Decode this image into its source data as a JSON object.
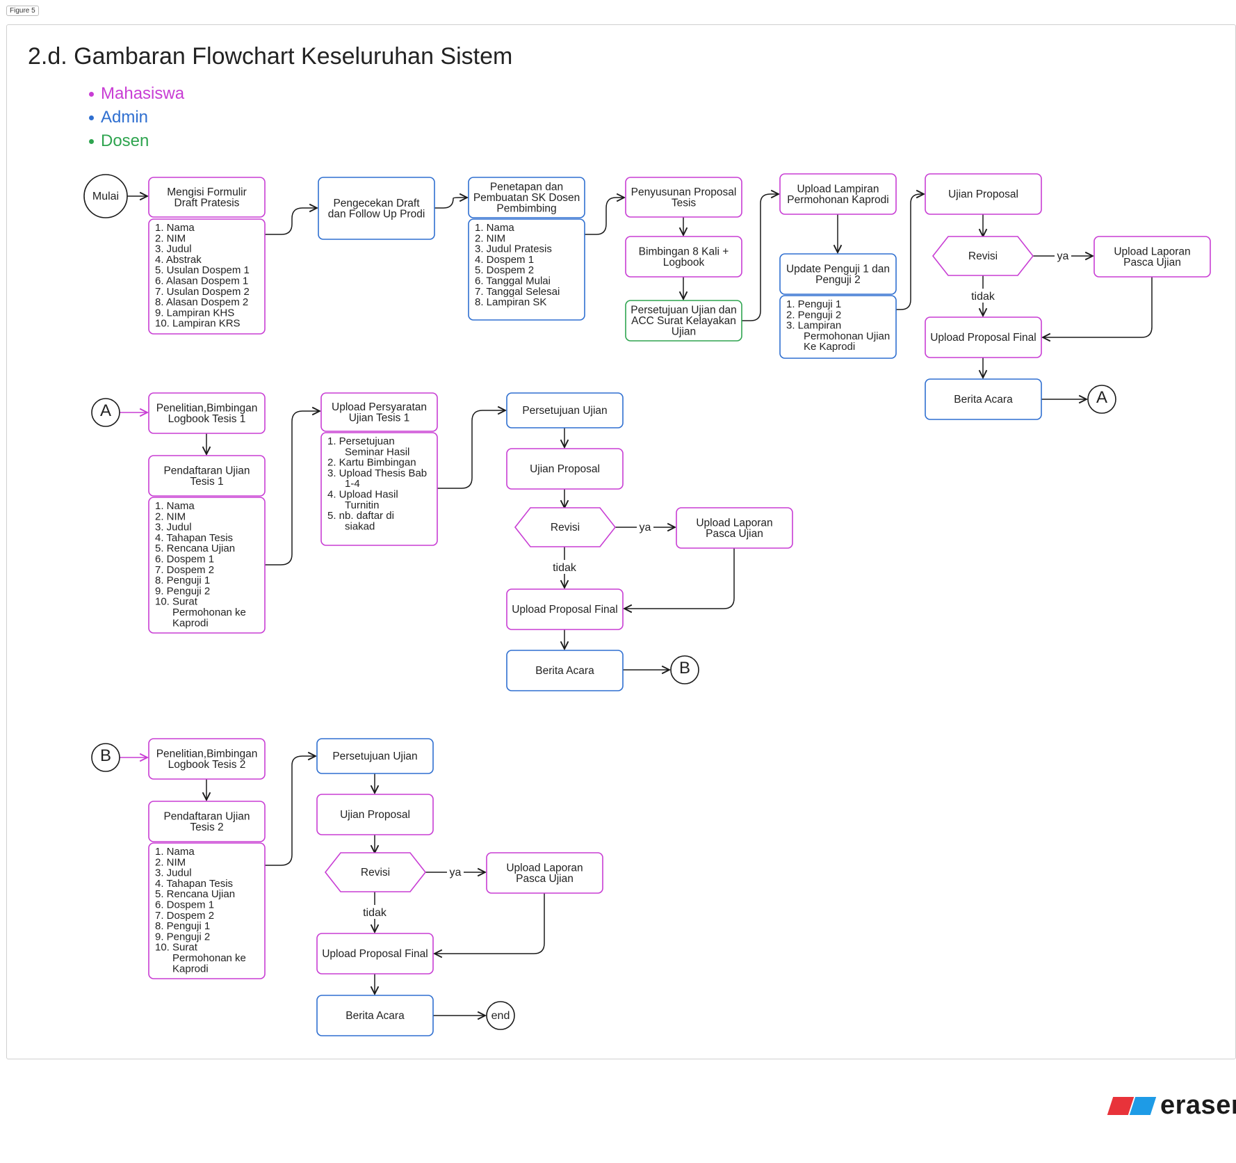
{
  "figure_label": "Figure 5",
  "title": "2.d. Gambaran Flowchart Keseluruhan Sistem",
  "legend": [
    {
      "label": "Mahasiswa",
      "color": "#c83dd4"
    },
    {
      "label": "Admin",
      "color": "#2f6fd0"
    },
    {
      "label": "Dosen",
      "color": "#2ea44f"
    }
  ],
  "colors": {
    "mahasiswa": "#c83dd4",
    "admin": "#2f6fd0",
    "dosen": "#2ea44f",
    "connector": "#1a1a1a"
  },
  "nodes": {
    "mulai": [
      "Mulai"
    ],
    "n_formulir": [
      "Mengisi Formulir",
      "Draft Pratesis"
    ],
    "l_formulir": [
      "1. Nama",
      "2. NIM",
      "3. Judul",
      "4. Abstrak",
      "5. Usulan Dospem 1",
      "6. Alasan Dospem 1",
      "7. Usulan Dospem 2",
      "8. Alasan Dospem 2",
      "9. Lampiran KHS",
      "10. Lampiran KRS"
    ],
    "n_pengecekan": [
      "Pengecekan Draft",
      "dan Follow Up Prodi"
    ],
    "n_penetapan": [
      "Penetapan dan",
      "Pembuatan SK Dosen",
      "Pembimbing"
    ],
    "l_penetapan": [
      "1. Nama",
      "2. NIM",
      "3. Judul Pratesis",
      "4. Dospem 1",
      "5. Dospem 2",
      "6. Tanggal Mulai",
      "7. Tanggal Selesai",
      "8. Lampiran SK"
    ],
    "n_penyusunan": [
      "Penyusunan Proposal",
      "Tesis"
    ],
    "n_bimbingan8": [
      "Bimbingan 8 Kali +",
      "Logbook"
    ],
    "n_persetujuan_acc": [
      "Persetujuan Ujian dan",
      "ACC Surat Kelayakan",
      "Ujian"
    ],
    "n_upload_lampiran": [
      "Upload Lampiran",
      "Permohonan Kaprodi"
    ],
    "n_update_penguji": [
      "Update Penguji 1 dan",
      "Penguji 2"
    ],
    "l_update_penguji": [
      "1. Penguji 1",
      "2. Penguji 2",
      "3. Lampiran",
      "Permohonan Ujian",
      "Ke Kaprodi"
    ],
    "n_ujian1": [
      "Ujian Proposal"
    ],
    "d_revisi1": [
      "Revisi"
    ],
    "n_laporan1": [
      "Upload Laporan",
      "Pasca Ujian"
    ],
    "n_final1": [
      "Upload Proposal Final"
    ],
    "n_berita1": [
      "Berita Acara"
    ],
    "c_a_out": [
      "A"
    ],
    "c_a_in": [
      "A"
    ],
    "n_penelitian1": [
      "Penelitian,Bimbingan",
      "Logbook Tesis 1"
    ],
    "n_pendaftaran1": [
      "Pendaftaran Ujian",
      "Tesis 1"
    ],
    "l_pendaftaran1": [
      "1. Nama",
      "2. NIM",
      "3. Judul",
      "4. Tahapan Tesis",
      "5. Rencana Ujian",
      "6. Dospem 1",
      "7. Dospem 2",
      "8. Penguji 1",
      "9. Penguji 2",
      "10. Surat",
      "Permohonan ke",
      "Kaprodi"
    ],
    "n_persyaratan": [
      "Upload Persyaratan",
      "Ujian Tesis 1"
    ],
    "l_persyaratan": [
      "1. Persetujuan",
      "Seminar Hasil",
      "2. Kartu Bimbingan",
      "3. Upload Thesis Bab",
      "1-4",
      "4. Upload Hasil",
      "Turnitin",
      "5. nb. daftar di",
      "siakad"
    ],
    "n_persetujuan2": [
      "Persetujuan Ujian"
    ],
    "n_ujian2": [
      "Ujian Proposal"
    ],
    "d_revisi2": [
      "Revisi"
    ],
    "n_laporan2": [
      "Upload Laporan",
      "Pasca Ujian"
    ],
    "n_final2": [
      "Upload Proposal Final"
    ],
    "n_berita2": [
      "Berita Acara"
    ],
    "c_b_out": [
      "B"
    ],
    "c_b_in": [
      "B"
    ],
    "n_penelitian2": [
      "Penelitian,Bimbingan",
      "Logbook Tesis 2"
    ],
    "n_pendaftaran2": [
      "Pendaftaran Ujian",
      "Tesis 2"
    ],
    "l_pendaftaran2": [
      "1. Nama",
      "2. NIM",
      "3. Judul",
      "4. Tahapan Tesis",
      "5. Rencana Ujian",
      "6. Dospem 1",
      "7. Dospem 2",
      "8. Penguji 1",
      "9. Penguji 2",
      "10. Surat",
      "Permohonan ke",
      "Kaprodi"
    ],
    "n_persetujuan3": [
      "Persetujuan Ujian"
    ],
    "n_ujian3": [
      "Ujian Proposal"
    ],
    "d_revisi3": [
      "Revisi"
    ],
    "n_laporan3": [
      "Upload Laporan",
      "Pasca Ujian"
    ],
    "n_final3": [
      "Upload Proposal Final"
    ],
    "n_berita3": [
      "Berita Acara"
    ],
    "c_end": [
      "end"
    ]
  },
  "edge_labels": {
    "ya": "ya",
    "tidak": "tidak"
  },
  "brand": "eraser"
}
